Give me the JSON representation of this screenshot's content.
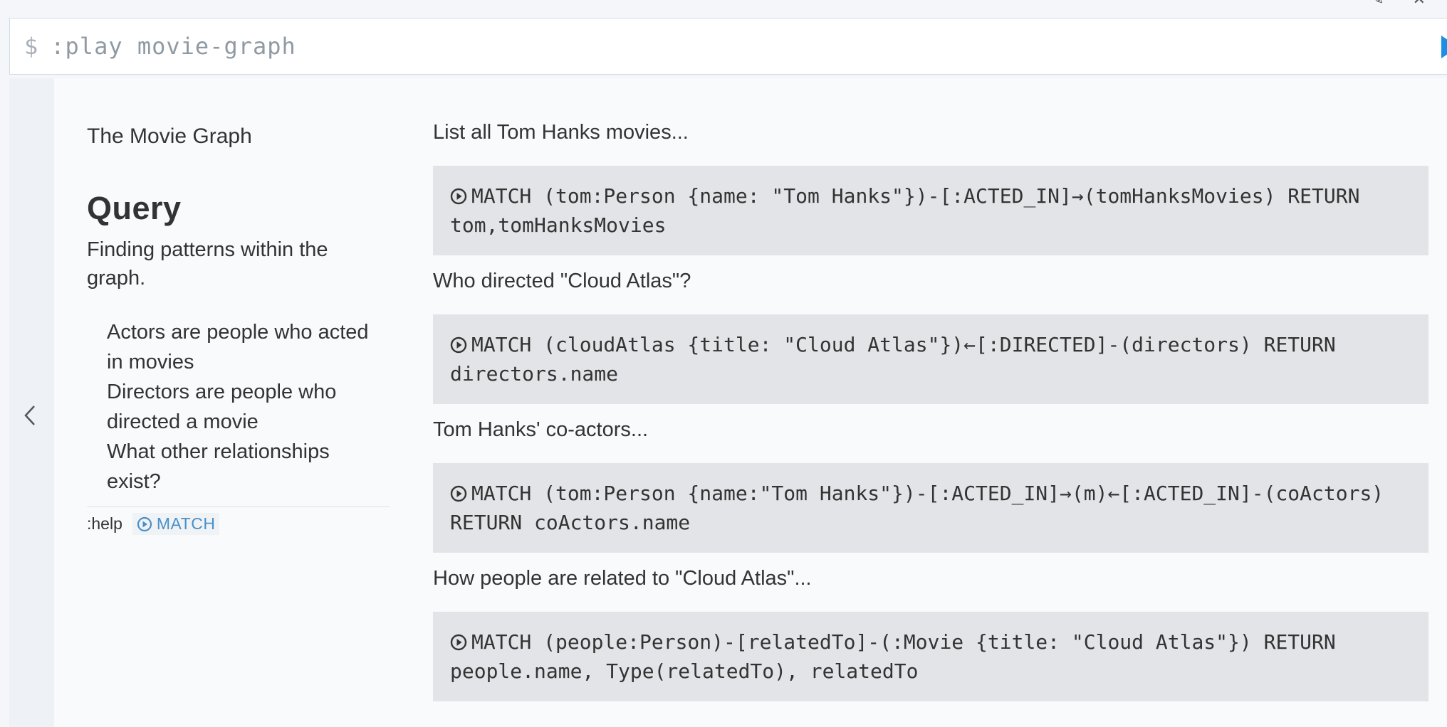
{
  "editor": {
    "prompt": "$",
    "command": ":play movie-graph"
  },
  "sidebar": {
    "title": "The Movie Graph",
    "section_heading": "Query",
    "description": "Finding patterns within the graph.",
    "bullets": [
      "Actors are people who acted in movies",
      "Directors are people who directed a movie",
      "What other relationships exist?"
    ],
    "help_command": ":help",
    "help_link": "MATCH"
  },
  "queries": [
    {
      "label": "List all Tom Hanks movies...",
      "code": "MATCH (tom:Person {name: \"Tom Hanks\"})-[:ACTED_IN]→(tomHanksMovies) RETURN tom,tomHanksMovies"
    },
    {
      "label": "Who directed \"Cloud Atlas\"?",
      "code": "MATCH (cloudAtlas {title: \"Cloud Atlas\"})←[:DIRECTED]-(directors) RETURN directors.name"
    },
    {
      "label": "Tom Hanks' co-actors...",
      "code": "MATCH (tom:Person {name:\"Tom Hanks\"})-[:ACTED_IN]→(m)←[:ACTED_IN]-(coActors) RETURN coActors.name"
    },
    {
      "label": "How people are related to \"Cloud Atlas\"...",
      "code": "MATCH (people:Person)-[relatedTo]-(:Movie {title: \"Cloud Atlas\"}) RETURN people.name, Type(relatedTo), relatedTo"
    }
  ],
  "colors": {
    "accent": "#1a8fe3",
    "link": "#4a90c8",
    "code_bg": "#e2e4e7"
  }
}
